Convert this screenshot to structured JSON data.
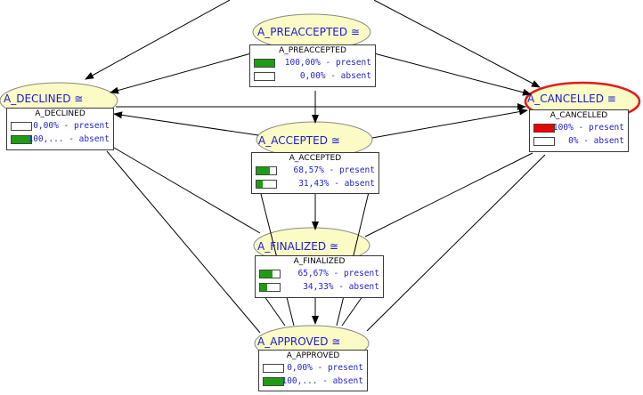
{
  "nodes": {
    "preaccepted": {
      "label": "A_PREACCEPTED ≅",
      "title": "A_PREACCEPTED",
      "present": {
        "text": "100,00% - present",
        "fraction": 1.0
      },
      "absent": {
        "text": "0,00% - absent",
        "fraction": 0.0
      }
    },
    "declined": {
      "label": "A_DECLINED ≅",
      "title": "A_DECLINED",
      "present": {
        "text": "0,00% - present",
        "fraction": 0.0
      },
      "absent": {
        "text": "100,... - absent",
        "fraction": 1.0
      }
    },
    "accepted": {
      "label": "A_ACCEPTED ≅",
      "title": "A_ACCEPTED",
      "present": {
        "text": "68,57% - present",
        "fraction": 0.6857
      },
      "absent": {
        "text": "31,43% - absent",
        "fraction": 0.3143
      }
    },
    "cancelled": {
      "label": "A_CANCELLED ≡",
      "title": "A_CANCELLED",
      "present": {
        "text": "100% - present",
        "fraction": 1.0
      },
      "absent": {
        "text": "0% - absent",
        "fraction": 0.0
      }
    },
    "finalized": {
      "label": "A_FINALIZED ≅",
      "title": "A_FINALIZED",
      "present": {
        "text": "65,67% - present",
        "fraction": 0.6567
      },
      "absent": {
        "text": "34,33% - absent",
        "fraction": 0.3433
      }
    },
    "approved": {
      "label": "A_APPROVED ≅",
      "title": "A_APPROVED",
      "present": {
        "text": "0,00% - present",
        "fraction": 0.0
      },
      "absent": {
        "text": "100,... - absent",
        "fraction": 1.0
      }
    }
  },
  "colors": {
    "node_fill": "#fbfbc6",
    "evidence_border": "#e21a1a",
    "bar_green": "#1f9d12",
    "bar_red": "#ee0000",
    "label_blue": "#1b1bd6"
  }
}
